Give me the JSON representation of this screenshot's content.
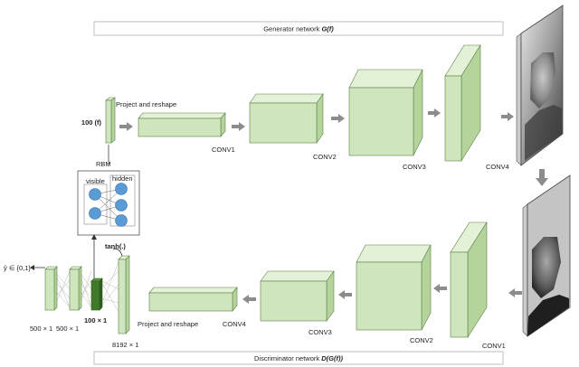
{
  "colors": {
    "block_front": "#cfe6bd",
    "block_top": "#e3f1d6",
    "block_side": "#b4d49c",
    "block_stroke": "#5c7f48",
    "dark_layer": "#3f7a2a",
    "arrow": "#8c8c8c",
    "node": "#5b9bd5"
  },
  "generator": {
    "banner": "Generator network",
    "banner_math": "G(f)",
    "input_label": "100 (f)",
    "project_label": "Project and reshape",
    "conv_labels": [
      "CONV1",
      "CONV2",
      "CONV3",
      "CONV4"
    ]
  },
  "rbm": {
    "title": "RBM",
    "visible_label": "visible",
    "hidden_label": "hidden"
  },
  "discriminator": {
    "banner": "Discriminator network",
    "banner_math": "D(G(f))",
    "activation": "tanh(.)",
    "output_label": "ŷ ∈ {0,1}",
    "size_labels": [
      "500 × 1",
      "500 × 1",
      "100 × 1",
      "8192 × 1"
    ],
    "project_label": "Project and reshape",
    "conv_labels": [
      "CONV4",
      "CONV3",
      "CONV2",
      "CONV1"
    ]
  },
  "icons": {
    "generated_image": "portrait-image",
    "input_image": "portrait-image"
  }
}
